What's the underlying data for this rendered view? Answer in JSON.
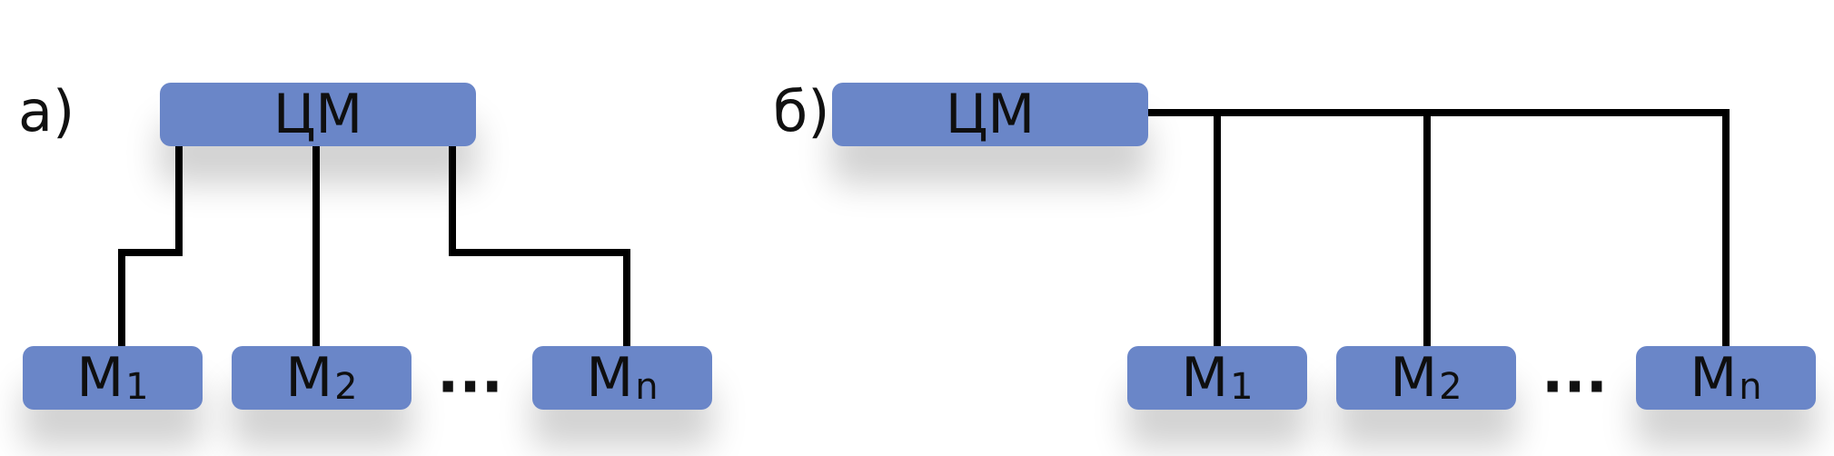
{
  "diagram_a": {
    "label": "а)",
    "top_box": "ЦМ",
    "modules": [
      {
        "main": "M",
        "sub": "1"
      },
      {
        "main": "M",
        "sub": "2"
      },
      {
        "main": "M",
        "sub": "n"
      }
    ],
    "ellipsis": "···"
  },
  "diagram_b": {
    "label": "б)",
    "top_box": "ЦМ",
    "modules": [
      {
        "main": "M",
        "sub": "1"
      },
      {
        "main": "M",
        "sub": "2"
      },
      {
        "main": "M",
        "sub": "n"
      }
    ],
    "ellipsis": "···"
  },
  "colors": {
    "box_fill": "#6a86c8",
    "line": "#000000",
    "text": "#111111"
  }
}
